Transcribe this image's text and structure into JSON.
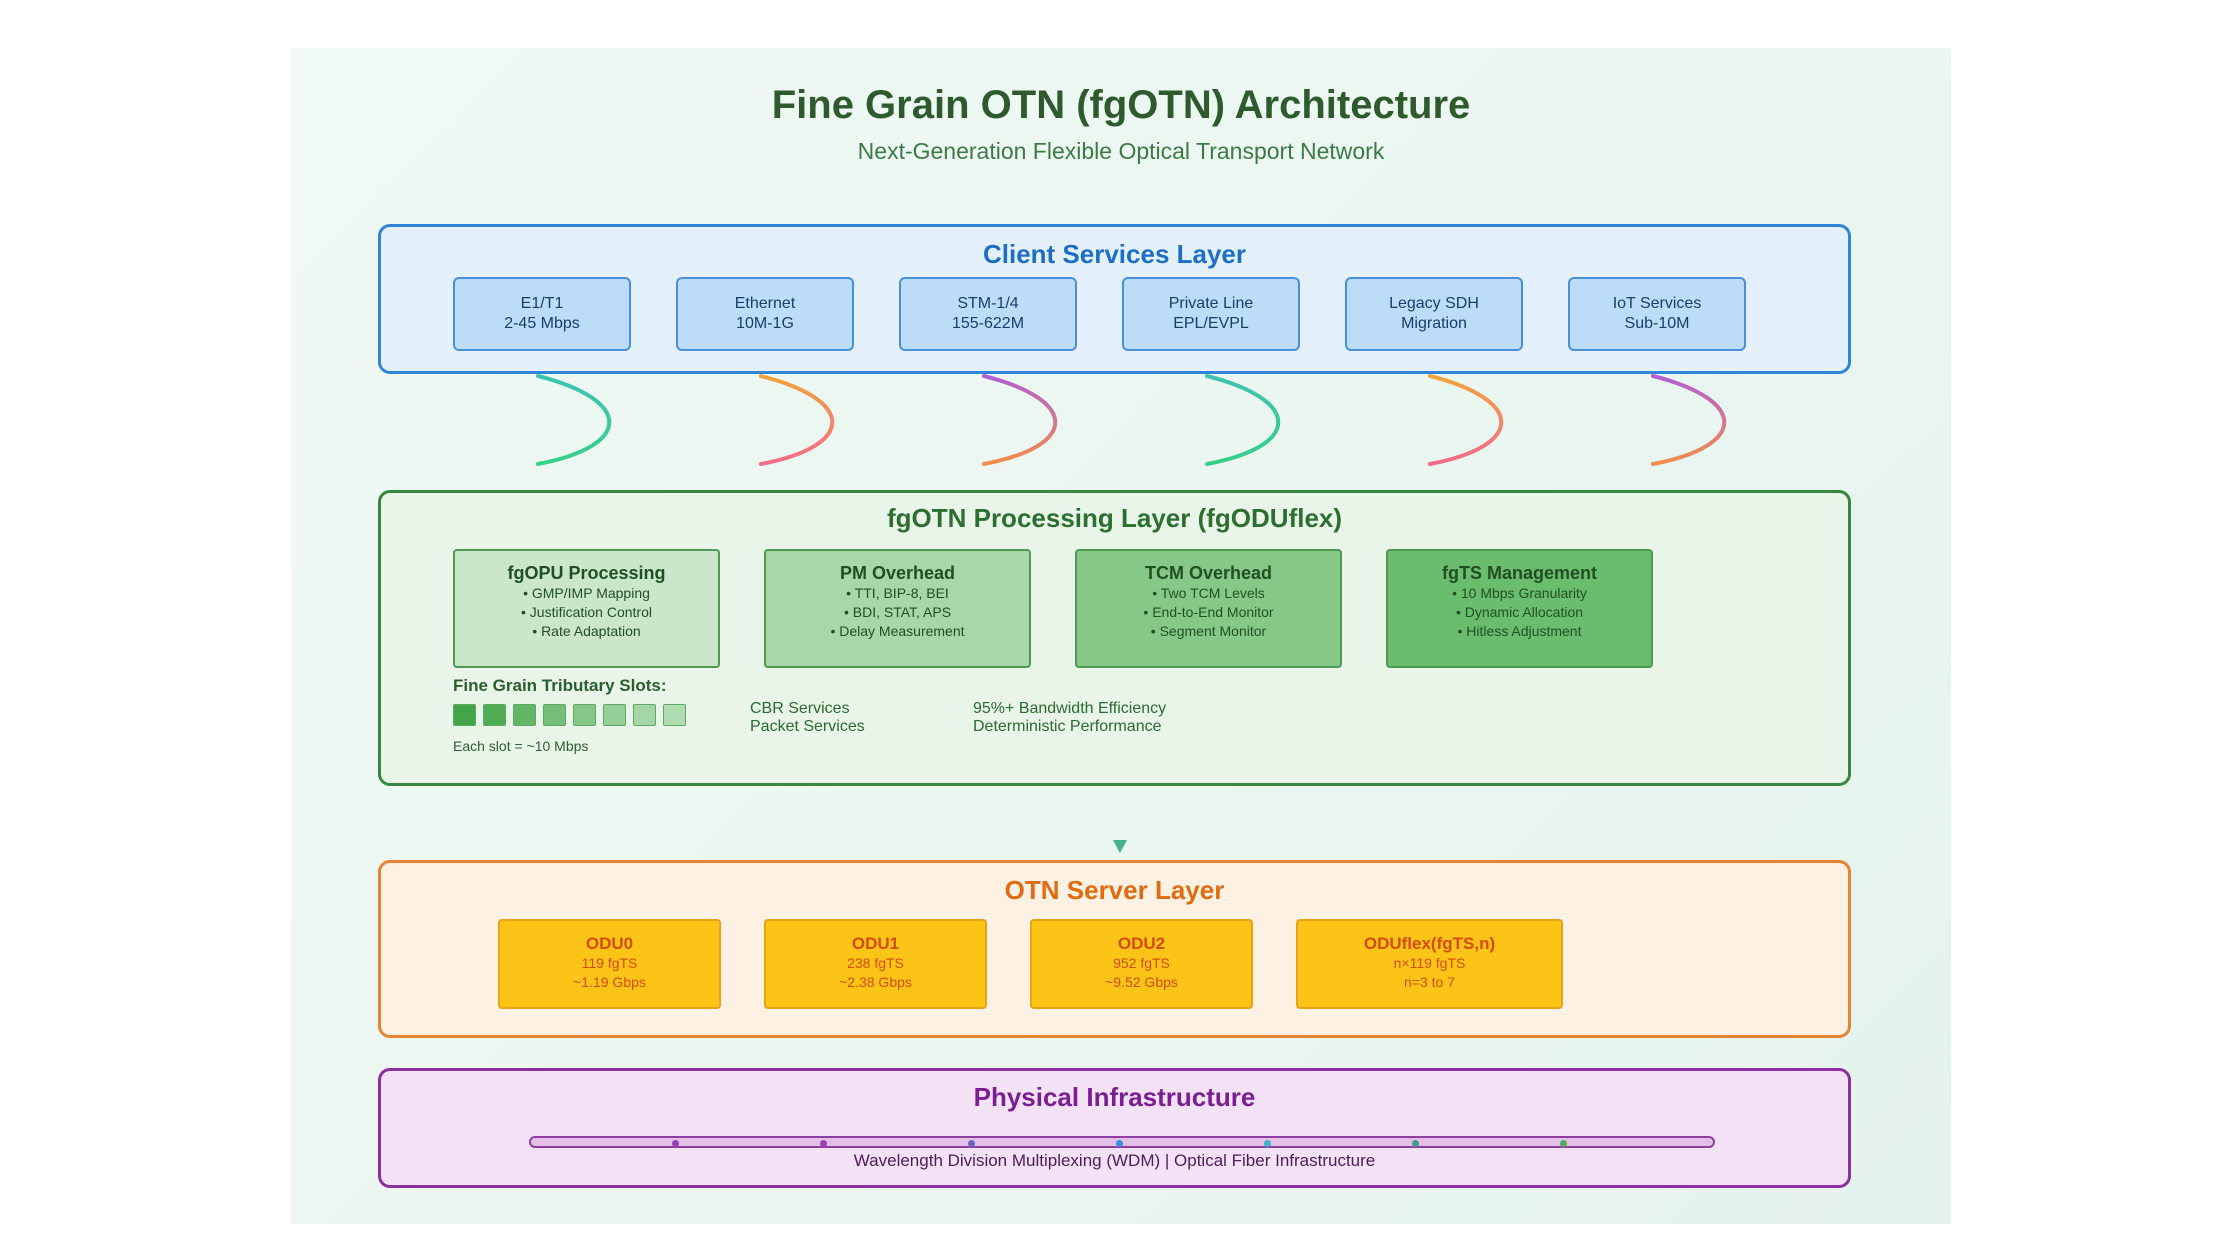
{
  "title": "Fine Grain OTN (fgOTN) Architecture",
  "subtitle": "Next-Generation Flexible Optical Transport Network",
  "client_layer": {
    "title": "Client Services Layer",
    "boxes": [
      {
        "line1": "E1/T1",
        "line2": "2-45 Mbps"
      },
      {
        "line1": "Ethernet",
        "line2": "10M-1G"
      },
      {
        "line1": "STM-1/4",
        "line2": "155-622M"
      },
      {
        "line1": "Private Line",
        "line2": "EPL/EVPL"
      },
      {
        "line1": "Legacy SDH",
        "line2": "Migration"
      },
      {
        "line1": "IoT Services",
        "line2": "Sub-10M"
      }
    ],
    "connector_colors": [
      [
        "#3ec3b0",
        "#35d08a"
      ],
      [
        "#f3a33a",
        "#f46b8c"
      ],
      [
        "#b25fd2",
        "#f48d4a"
      ],
      [
        "#3ec3b0",
        "#35d08a"
      ],
      [
        "#f3a33a",
        "#f46b8c"
      ],
      [
        "#b25fd2",
        "#f48d4a"
      ]
    ]
  },
  "processing_layer": {
    "title": "fgOTN Processing Layer (fgODUflex)",
    "boxes": [
      {
        "title": "fgOPU Processing",
        "lines": [
          "• GMP/IMP Mapping",
          "• Justification Control",
          "• Rate Adaptation"
        ],
        "color": "#cbe7cb"
      },
      {
        "title": "PM Overhead",
        "lines": [
          "• TTI, BIP-8, BEI",
          "• BDI, STAT, APS",
          "• Delay Measurement"
        ],
        "color": "#a8d8a8"
      },
      {
        "title": "TCM Overhead",
        "lines": [
          "• Two TCM Levels",
          "• End-to-End Monitor",
          "• Segment Monitor"
        ],
        "color": "#86c986"
      },
      {
        "title": "fgTS Management",
        "lines": [
          "• 10 Mbps Granularity",
          "• Dynamic Allocation",
          "• Hitless Adjustment"
        ],
        "color": "#6abd6d"
      }
    ],
    "slots_label": "Fine Grain Tributary Slots:",
    "slot_colors": [
      "#43a547",
      "#4fac53",
      "#62b665",
      "#74be77",
      "#86c689",
      "#96ce98",
      "#a5d6a7",
      "#b1dcb2"
    ],
    "slots_note": "Each slot = ~10 Mbps",
    "services": [
      "CBR Services",
      "Packet Services"
    ],
    "benefits": [
      "95%+ Bandwidth Efficiency",
      "Deterministic Performance"
    ]
  },
  "server_layer": {
    "title": "OTN Server Layer",
    "boxes": [
      {
        "title": "ODU0",
        "line1": "119 fgTS",
        "line2": "~1.19 Gbps"
      },
      {
        "title": "ODU1",
        "line1": "238 fgTS",
        "line2": "~2.38 Gbps"
      },
      {
        "title": "ODU2",
        "line1": "952 fgTS",
        "line2": "~9.52 Gbps"
      },
      {
        "title": "ODUflex(fgTS,n)",
        "line1": "n×119 fgTS",
        "line2": "n=3 to 7"
      }
    ]
  },
  "physical_layer": {
    "title": "Physical Infrastructure",
    "caption": "Wavelength Division Multiplexing (WDM) | Optical Fiber Infrastructure",
    "node_colors": [
      "#9b3fb5",
      "#9b3fb5",
      "#6a63c6",
      "#3b8ee0",
      "#3fb1c8",
      "#3f9c8a",
      "#58a95c"
    ]
  }
}
